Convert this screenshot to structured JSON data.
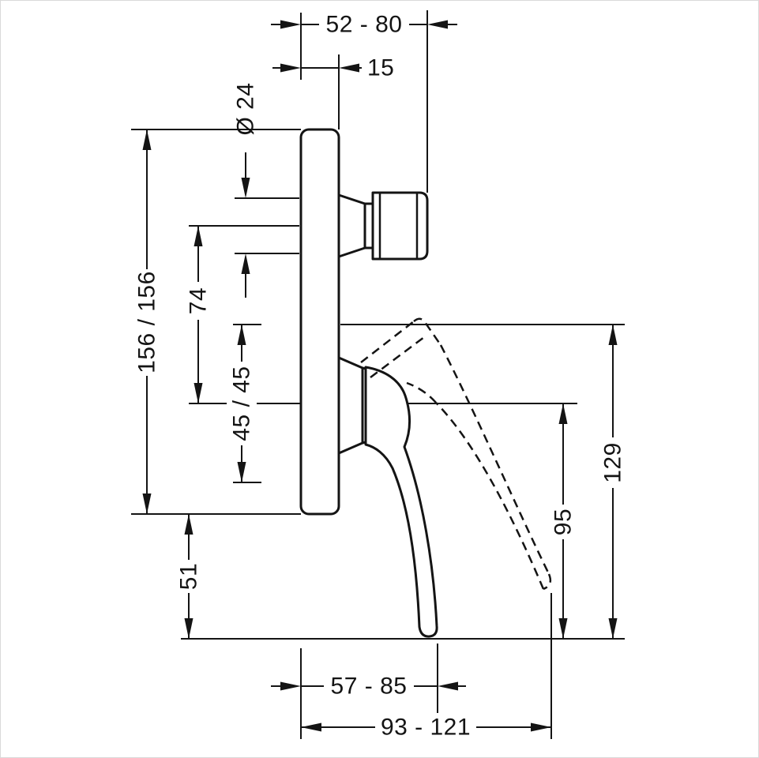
{
  "colors": {
    "background": "#ffffff",
    "line": "#141414",
    "frame": "#d9d9d9"
  },
  "dims": {
    "top_width": "52 - 80",
    "plate_depth": "15",
    "spindle_diameter": "Ø 24",
    "plate_size": "156 / 156",
    "upper_span": "74",
    "axis_span": "45 / 45",
    "lower_span": "51",
    "lever_drop": "95",
    "total_drop": "129",
    "reach_closed": "57 - 85",
    "reach_open": "93 - 121"
  }
}
